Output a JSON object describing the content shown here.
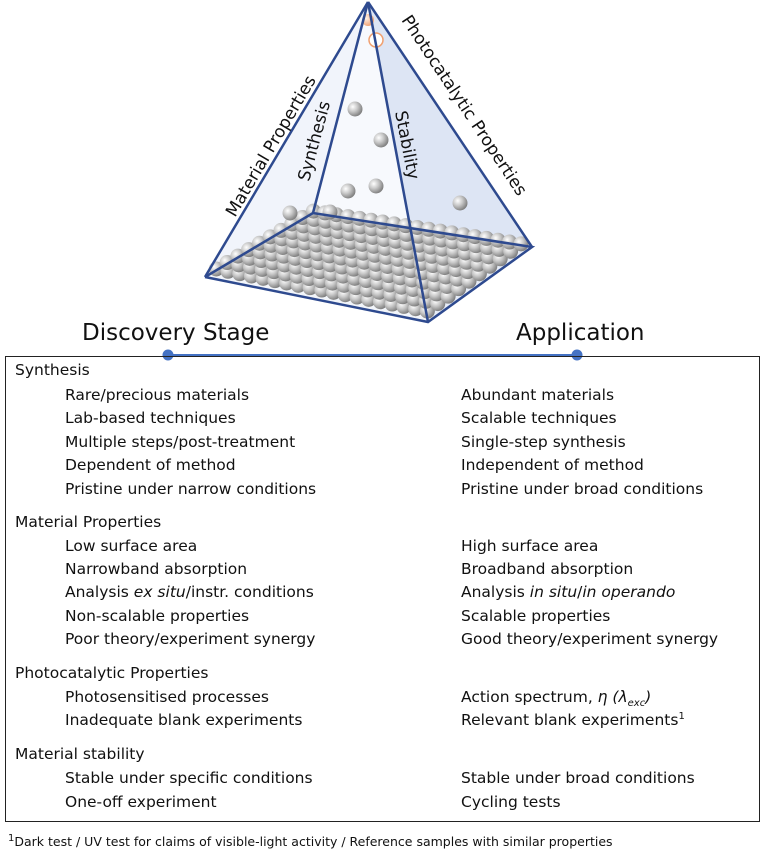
{
  "pyramid": {
    "labels": {
      "material_properties": "Material Properties",
      "synthesis": "Synthesis",
      "stability": "Stability",
      "photocatalytic_properties": "Photocatalytic Properties"
    }
  },
  "timeline": {
    "left_label": "Discovery Stage",
    "right_label": "Application"
  },
  "sections": {
    "synthesis": {
      "title": "Synthesis",
      "left": [
        "Rare/precious materials",
        "Lab-based techniques",
        "Multiple steps/post-treatment",
        "Dependent of method",
        "Pristine under narrow conditions"
      ],
      "right": [
        "Abundant materials",
        "Scalable techniques",
        "Single-step synthesis",
        "Independent of method",
        "Pristine under broad conditions"
      ]
    },
    "material_properties": {
      "title": "Material Properties",
      "left": [
        "Low surface area",
        "Narrowband absorption",
        "Non-scalable properties",
        "Poor theory/experiment synergy"
      ],
      "left_analysis": {
        "pre": "Analysis ",
        "it": "ex situ",
        "post": "/instr. conditions"
      },
      "right": [
        "High surface area",
        "Broadband absorption",
        "Scalable properties",
        "Good theory/experiment synergy"
      ],
      "right_analysis": {
        "pre": "Analysis ",
        "it1": "in situ",
        "mid": "/",
        "it2": "in operando"
      }
    },
    "photocatalytic": {
      "title": "Photocatalytic Properties",
      "left": [
        "Photosensitised processes",
        "Inadequate blank experiments"
      ],
      "right_action": {
        "pre": "Action spectrum, ",
        "sym": "η",
        "paren_open": " (λ",
        "sub": "exc",
        "paren_close": ")"
      },
      "right_blank": {
        "text": "Relevant blank experiments",
        "sup": "1"
      }
    },
    "stability": {
      "title": "Material stability",
      "left": [
        "Stable under specific conditions",
        "One-off experiment"
      ],
      "right": [
        "Stable under broad  conditions",
        "Cycling tests"
      ]
    }
  },
  "footnote": {
    "sup": "1",
    "text": "Dark test / UV test for claims of visible-light activity / Reference samples with similar properties"
  },
  "colors": {
    "pyramid_edge": "#2e4a8f",
    "timeline": "#4472c4",
    "sphere": "#bdbdbd",
    "sphere_top_highlight": "#f2b48c"
  }
}
